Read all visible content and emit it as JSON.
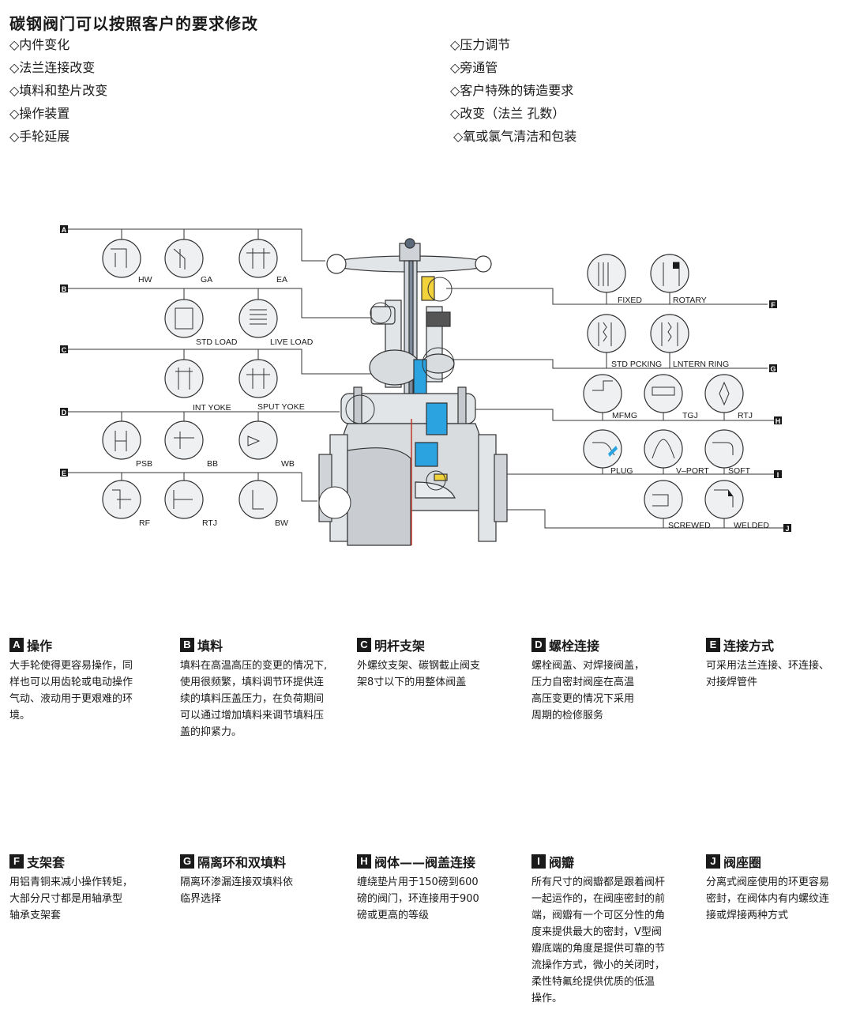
{
  "title": "碳钢阀门可以按照客户的要求修改",
  "options_left": [
    "◇内件变化",
    "◇法兰连接改变",
    "◇填料和垫片改变",
    "◇操作装置",
    "◇手轮延展"
  ],
  "options_right": [
    "◇压力调节",
    "◇旁通管",
    "◇客户特殊的铸造要求",
    "◇改变（法兰 孔数）",
    "◇氧或氯气清洁和包装"
  ],
  "diagram": {
    "letters": [
      "A",
      "B",
      "C",
      "D",
      "E",
      "F",
      "G",
      "H",
      "I",
      "J"
    ],
    "labels": {
      "hw": "HW",
      "ga": "GA",
      "ea": "EA",
      "std_load": "STD LOAD",
      "live_load": "LIVE LOAD",
      "int_yoke": "INT YOKE",
      "sput_yoke": "SPUT YOKE",
      "psb": "PSB",
      "bb": "BB",
      "wb": "WB",
      "rf": "RF",
      "rtj_e": "RTJ",
      "bw": "BW",
      "fixed": "FIXED",
      "rotary": "ROTARY",
      "std_pcking": "STD PCKING",
      "lntern_ring": "LNTERN RING",
      "mfmg": "MFMG",
      "tgj": "TGJ",
      "rtj_h": "RTJ",
      "plug": "PLUG",
      "v_port": "V–PORT",
      "soft": "SOFT",
      "screwed": "SCREWED",
      "welded": "WELDED"
    },
    "colors": {
      "line": "#333333",
      "body": "#d9dcdf",
      "accent_blue": "#2aa3e0",
      "accent_yellow": "#f2d23a",
      "stem": "#7d8a99"
    }
  },
  "sections": [
    {
      "letter": "A",
      "title": "操作",
      "lines": [
        "大手轮使得更容易操作，同",
        "样也可以用齿轮或电动操作",
        "气动、液动用于更艰难的环",
        "境。"
      ]
    },
    {
      "letter": "B",
      "title": "填料",
      "lines": [
        "填料在高温高压的变更的情况下,",
        "使用很频繁，填料调节环提供连",
        "续的填料压盖压力，在负荷期间",
        "可以通过增加填料来调节填料压",
        "盖的抑紧力。"
      ]
    },
    {
      "letter": "C",
      "title": "明杆支架",
      "lines": [
        "外螺纹支架、碳钢截止阀支",
        "架8寸以下的用整体阀盖"
      ]
    },
    {
      "letter": "D",
      "title": "螺栓连接",
      "lines": [
        "螺栓阀盖、对焊接阀盖，",
        "压力自密封阀座在高温",
        "高压变更的情况下采用",
        "周期的检修服务"
      ]
    },
    {
      "letter": "E",
      "title": "连接方式",
      "lines": [
        "可采用法兰连接、环连接、",
        "对接焊管件"
      ]
    },
    {
      "letter": "F",
      "title": "支架套",
      "lines": [
        "用铝青铜来减小操作转矩，",
        "大部分尺寸都是用轴承型",
        "轴承支架套"
      ]
    },
    {
      "letter": "G",
      "title": "隔离环和双填料",
      "lines": [
        "隔离环渗漏连接双填料依",
        "临界选择"
      ]
    },
    {
      "letter": "H",
      "title": "阀体——阀盖连接",
      "lines": [
        "缠绕垫片用于150磅到600",
        "磅的阀门，环连接用于900",
        "磅或更高的等级"
      ]
    },
    {
      "letter": "I",
      "title": "阀瓣",
      "lines": [
        "所有尺寸的阀瓣都是跟着阀杆",
        "一起运作的，在阀座密封的前",
        "端，阀瓣有一个可区分性的角",
        "度来提供最大的密封，V型阀",
        "瓣底端的角度是提供可靠的节",
        "流操作方式，微小的关闭时，",
        "柔性特氟纶提供优质的低温",
        "操作。"
      ]
    },
    {
      "letter": "J",
      "title": "阀座圈",
      "lines": [
        "分离式阀座使用的环更容易",
        "密封，在阀体内有内螺纹连",
        "接或焊接两种方式"
      ]
    }
  ]
}
